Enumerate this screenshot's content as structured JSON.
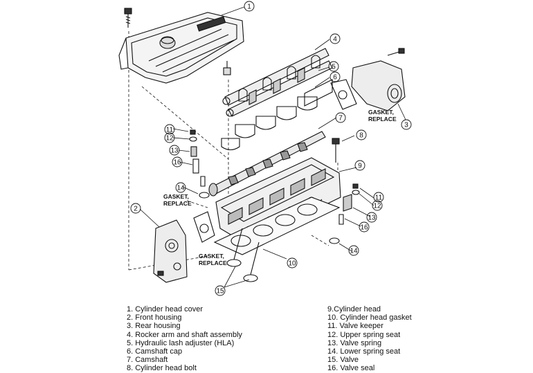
{
  "callout_numbers": [
    "1",
    "2",
    "3",
    "4",
    "5",
    "6",
    "7",
    "8",
    "9",
    "10",
    "11",
    "12",
    "13",
    "14",
    "15",
    "16",
    "11",
    "12",
    "13",
    "14",
    "16"
  ],
  "gasket_labels": [
    {
      "line1": "GASKET,",
      "line2": "REPLACE"
    },
    {
      "line1": "GASKET,",
      "line2": "REPLACE"
    },
    {
      "line1": "GASKET,",
      "line2": "REPLACE"
    }
  ],
  "legend_left": [
    "1. Cylinder head cover",
    "2. Front housing",
    "3. Rear housing",
    "4. Rocker arm and shaft assembly",
    "5. Hydraulic lash adjuster (HLA)",
    "6. Camshaft cap",
    "7. Camshaft",
    "8. Cylinder head bolt"
  ],
  "legend_right": [
    "9.Cylinder head",
    "10. Cylinder head gasket",
    "11. Valve keeper",
    "12. Upper spring seat",
    "13. Valve spring",
    "14. Lower spring seat",
    "15. Valve",
    "16. Valve seal"
  ]
}
